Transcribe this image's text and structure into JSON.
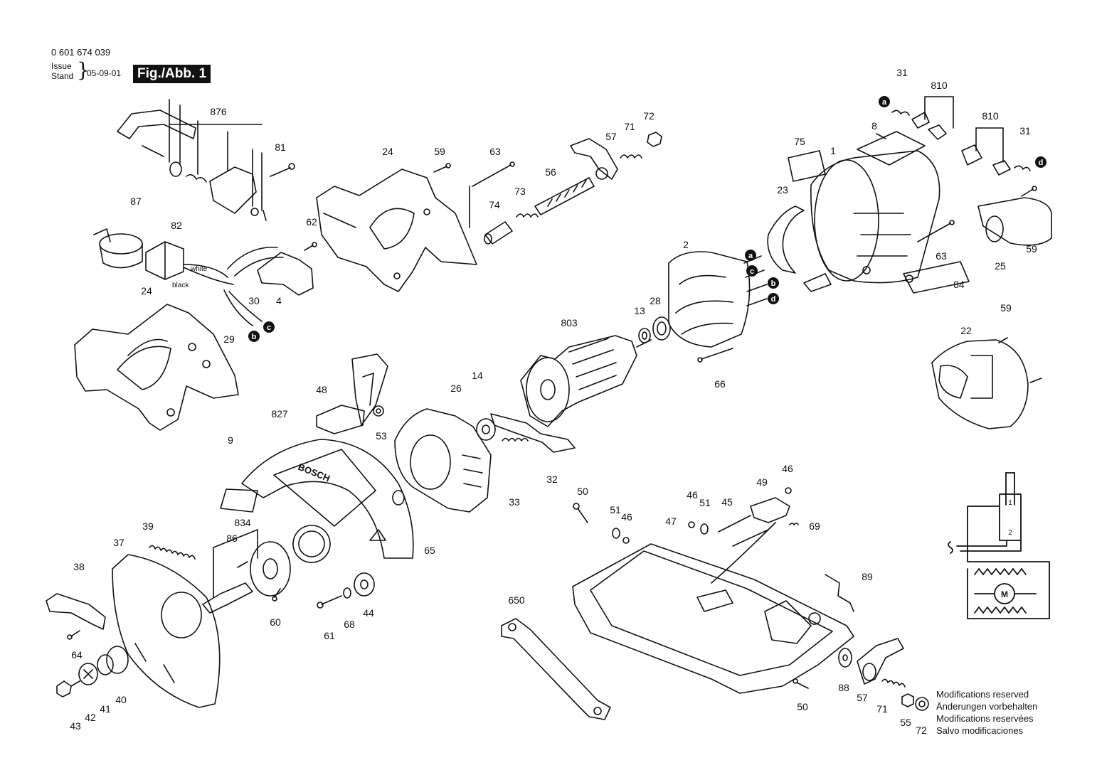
{
  "header": {
    "doc_number": "0 601 674 039",
    "issue_label": "Issue",
    "stand_label": "Stand",
    "date": "05-09-01",
    "figure_label": "Fig./Abb. 1"
  },
  "brand_marking": "BOSCH",
  "wire_labels": {
    "white": "white",
    "black": "black"
  },
  "connector_labels": {
    "a": "a",
    "b": "b",
    "c": "c",
    "d": "d"
  },
  "schematic_labels": {
    "motor": "M",
    "terminal_1": "1",
    "terminal_2": "2"
  },
  "modifications_notice": [
    "Modifications reserved",
    "Änderungen vorbehalten",
    "Modifications reservées",
    "Salvo modificaciones"
  ],
  "part_numbers": {
    "p876": "876",
    "p81": "81",
    "p87": "87",
    "p82": "82",
    "p4": "4",
    "p30": "30",
    "p29": "29",
    "p24a": "24",
    "p24b": "24",
    "p59a": "59",
    "p62": "62",
    "p63a": "63",
    "p73": "73",
    "p74": "74",
    "p56": "56",
    "p57a": "57",
    "p71a": "71",
    "p72a": "72",
    "p31a": "31",
    "p810a": "810",
    "p810b": "810",
    "p31b": "31",
    "p8": "8",
    "p75": "75",
    "p1": "1",
    "p23": "23",
    "p59b": "59",
    "p63b": "63",
    "p25": "25",
    "p84": "84",
    "p2": "2",
    "p28": "28",
    "p13": "13",
    "p803": "803",
    "p66": "66",
    "p59c": "59",
    "p22": "22",
    "p48": "48",
    "p53": "53",
    "p827": "827",
    "p9": "9",
    "p26": "26",
    "p14": "14",
    "p33": "33",
    "p32": "32",
    "p65": "65",
    "p834": "834",
    "p86": "86",
    "p39": "39",
    "p37": "37",
    "p38": "38",
    "p60": "60",
    "p61": "61",
    "p68": "68",
    "p44": "44",
    "p64": "64",
    "p43": "43",
    "p42": "42",
    "p41": "41",
    "p40": "40",
    "p50a": "50",
    "p51a": "51",
    "p46a": "46",
    "p46b": "46",
    "p51b": "51",
    "p45": "45",
    "p49": "49",
    "p46c": "46",
    "p47": "47",
    "p69": "69",
    "p89": "89",
    "p650": "650",
    "p88": "88",
    "p50b": "50",
    "p57b": "57",
    "p71b": "71",
    "p55": "55",
    "p72b": "72"
  }
}
